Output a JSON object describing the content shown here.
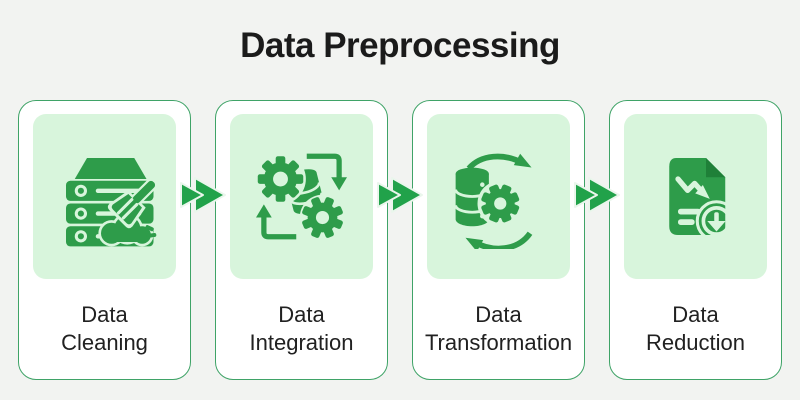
{
  "title": "Data Preprocessing",
  "colors": {
    "page_bg": "#f2f3f1",
    "card_bg": "#ffffff",
    "card_border": "#3fa367",
    "tile_green": "#d8f5dc",
    "icon_green": "#2e9c4a",
    "arrow_green": "#21a24a",
    "arrow_outline": "#eaf6ec",
    "title_color": "#1b1b1b",
    "label_color": "#212121"
  },
  "steps": [
    {
      "icon": "server-broom-icon",
      "label": "Data Cleaning",
      "label_lines": [
        "Data",
        "Cleaning"
      ]
    },
    {
      "icon": "gears-database-sync-icon",
      "label": "Data Integration",
      "label_lines": [
        "Data",
        "Integration"
      ]
    },
    {
      "icon": "database-gear-document-cycle-icon",
      "label": "Data Transformation",
      "label_lines": [
        "Data",
        "Transformation"
      ]
    },
    {
      "icon": "document-decline-download-icon",
      "label": "Data Reduction",
      "label_lines": [
        "Data",
        "Reduction"
      ]
    }
  ],
  "connectors": [
    {
      "icon": "double-chevron-right-icon"
    },
    {
      "icon": "double-chevron-right-icon"
    },
    {
      "icon": "double-chevron-right-icon"
    }
  ]
}
